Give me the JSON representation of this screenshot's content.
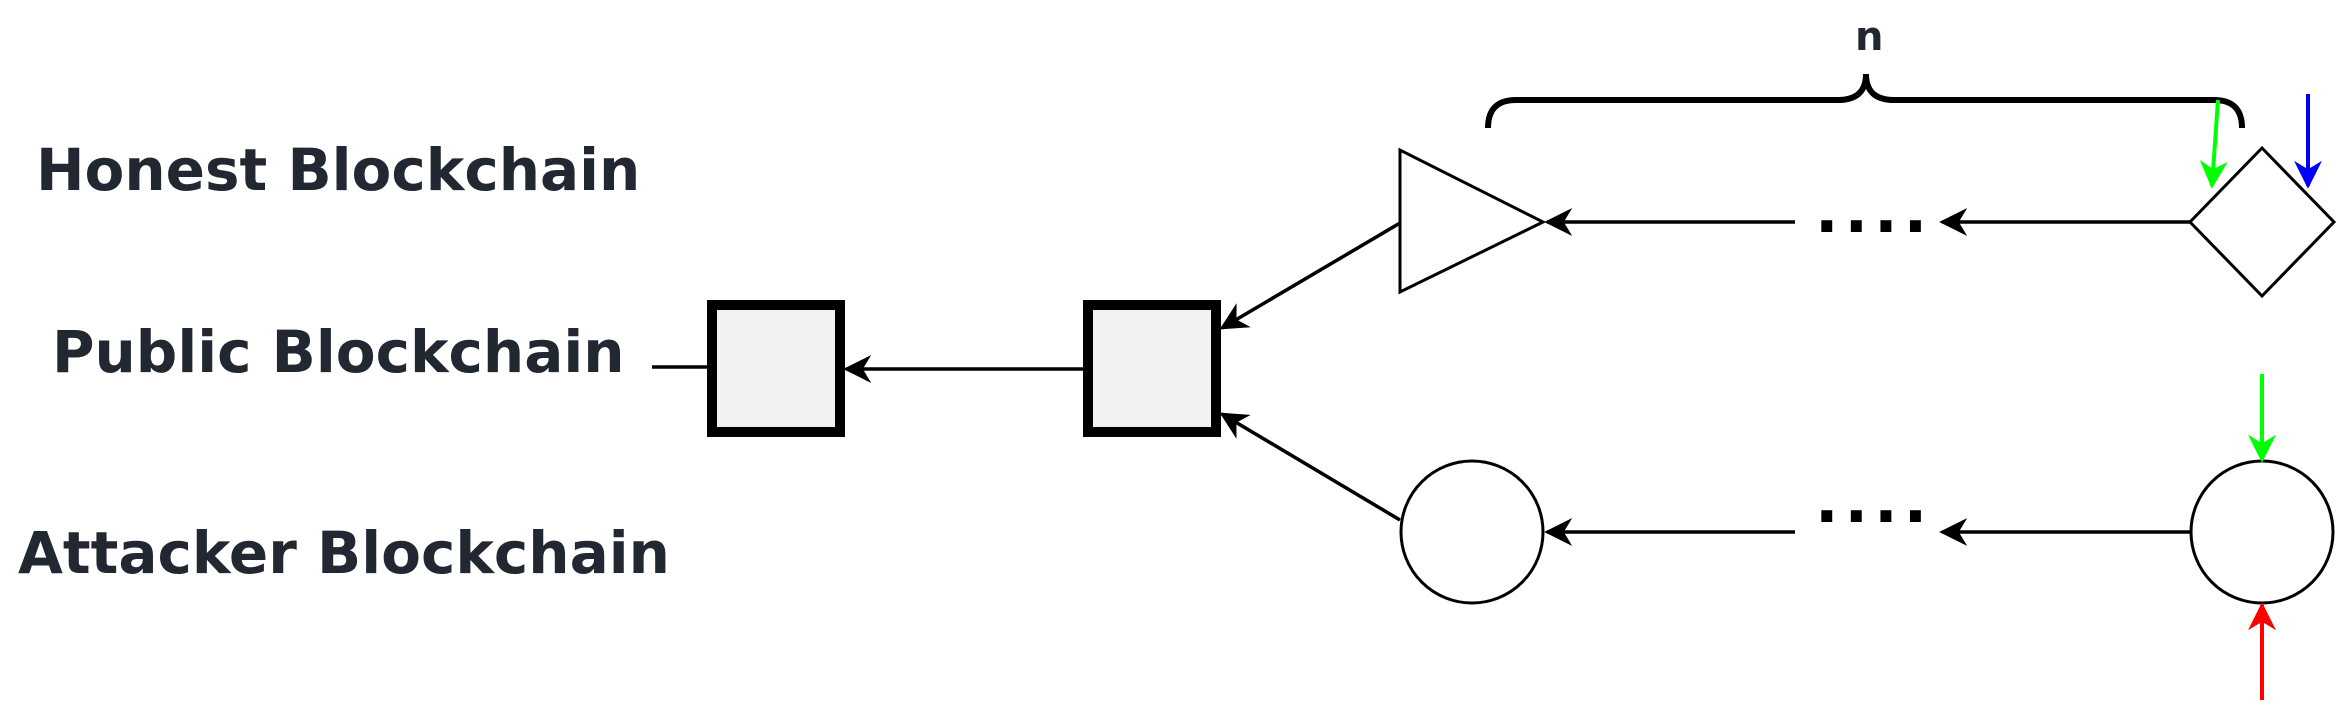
{
  "labels": {
    "honest": "Honest Blockchain",
    "public": "Public Blockchain",
    "attacker": "Attacker Blockchain"
  },
  "brace_label": "n",
  "ellipsis": "....",
  "colors": {
    "green_marker": "#00ff00",
    "blue_marker": "#0000ff",
    "red_marker": "#ff0000",
    "block_fill": "#f2f2f2",
    "label_text": "#222831"
  },
  "shapes": {
    "public_blocks": "square",
    "honest_head": "triangle",
    "honest_tip": "diamond",
    "attacker_blocks": "circle"
  }
}
